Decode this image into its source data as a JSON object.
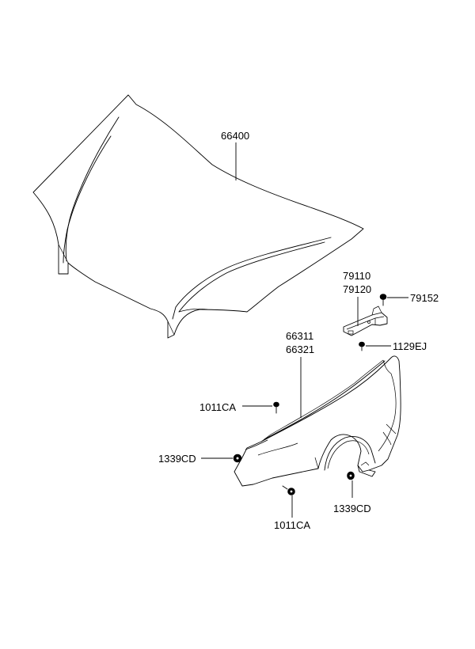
{
  "colors": {
    "line": "#000000",
    "background": "#ffffff"
  },
  "labels": {
    "hood": "66400",
    "fender_lh": "66311",
    "fender_rh": "66321",
    "hinge_lh": "79110",
    "hinge_rh": "79120",
    "hinge_bolt": "79152",
    "hinge_screw": "1129EJ",
    "bolt_upper": "1011CA",
    "bolt_lower": "1011CA",
    "nut_front": "1339CD",
    "nut_rear": "1339CD"
  }
}
